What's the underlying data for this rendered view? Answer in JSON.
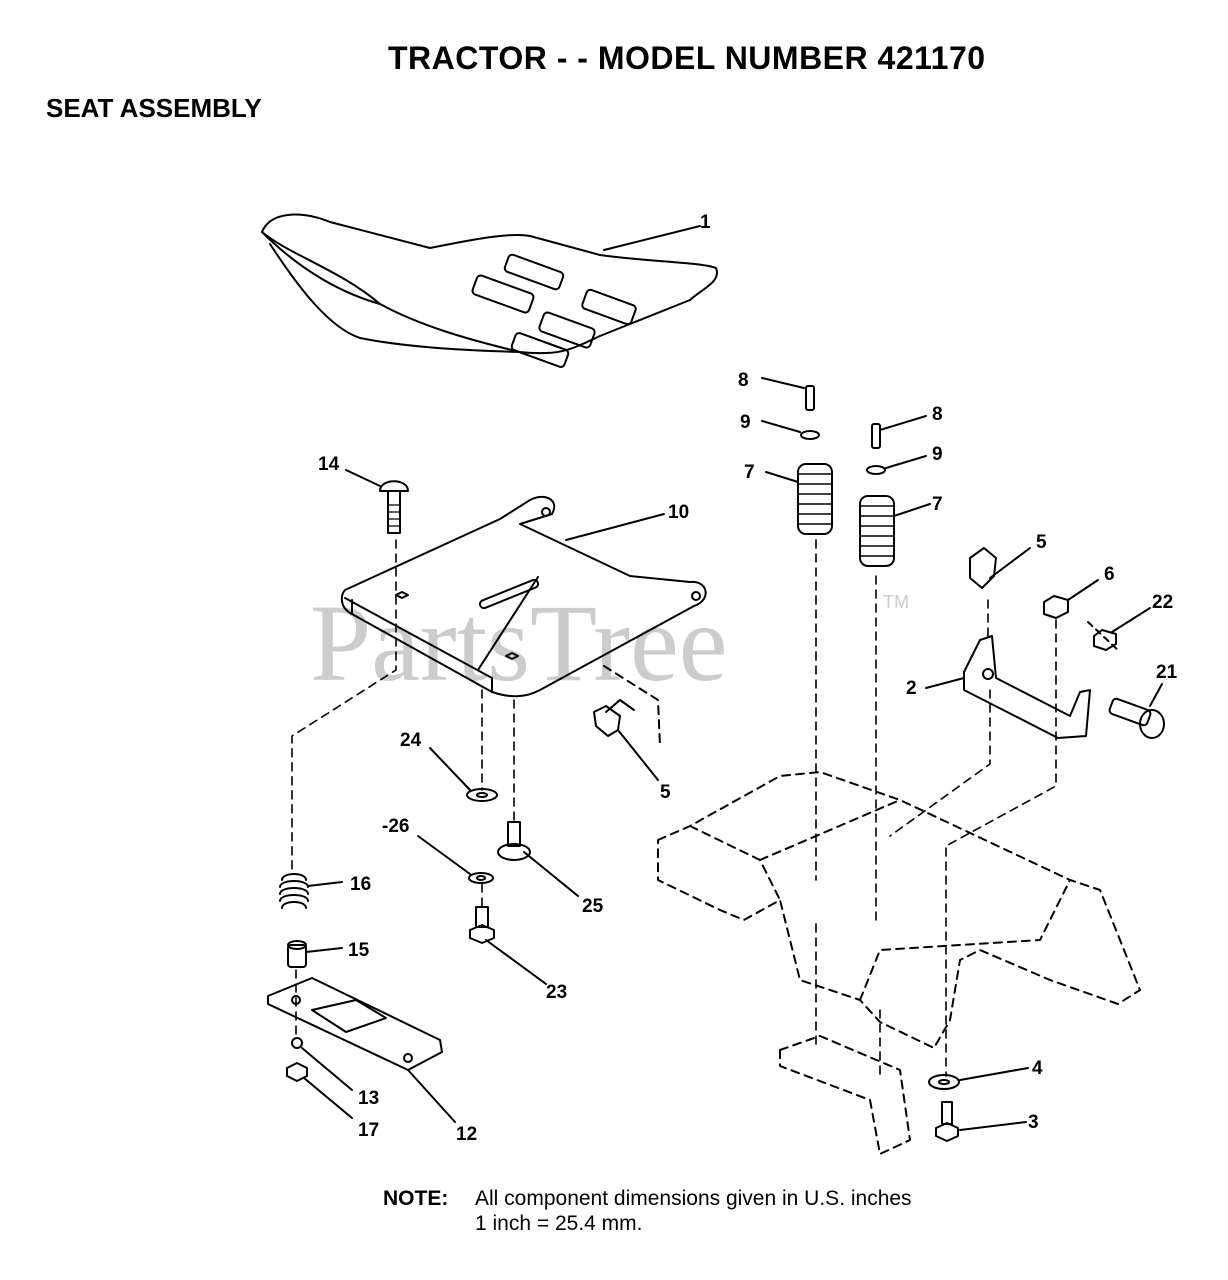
{
  "header": {
    "title": "TRACTOR - - MODEL NUMBER 421170",
    "subtitle": "SEAT ASSEMBLY"
  },
  "watermark": {
    "text": "PartsTree",
    "mark": "TM"
  },
  "note": {
    "label": "NOTE:",
    "line1": "All component dimensions given in U.S. inches",
    "line2": "1 inch = 25.4 mm."
  },
  "callouts": [
    {
      "id": "c1",
      "text": "1"
    },
    {
      "id": "c8a",
      "text": "8"
    },
    {
      "id": "c9a",
      "text": "9"
    },
    {
      "id": "c8b",
      "text": "8"
    },
    {
      "id": "c9b",
      "text": "9"
    },
    {
      "id": "c7a",
      "text": "7"
    },
    {
      "id": "c7b",
      "text": "7"
    },
    {
      "id": "c14",
      "text": "14"
    },
    {
      "id": "c10",
      "text": "10"
    },
    {
      "id": "c5a",
      "text": "5"
    },
    {
      "id": "c6",
      "text": "6"
    },
    {
      "id": "c22",
      "text": "22"
    },
    {
      "id": "c2",
      "text": "2"
    },
    {
      "id": "c21",
      "text": "21"
    },
    {
      "id": "c5b",
      "text": "5"
    },
    {
      "id": "c24",
      "text": "24"
    },
    {
      "id": "c26",
      "text": "-26"
    },
    {
      "id": "c16",
      "text": "16"
    },
    {
      "id": "c25",
      "text": "25"
    },
    {
      "id": "c15",
      "text": "15"
    },
    {
      "id": "c23",
      "text": "23"
    },
    {
      "id": "c13",
      "text": "13"
    },
    {
      "id": "c17",
      "text": "17"
    },
    {
      "id": "c12",
      "text": "12"
    },
    {
      "id": "c4",
      "text": "4"
    },
    {
      "id": "c3",
      "text": "3"
    }
  ],
  "colors": {
    "ink": "#000000",
    "watermark": "#c8c8c8"
  }
}
